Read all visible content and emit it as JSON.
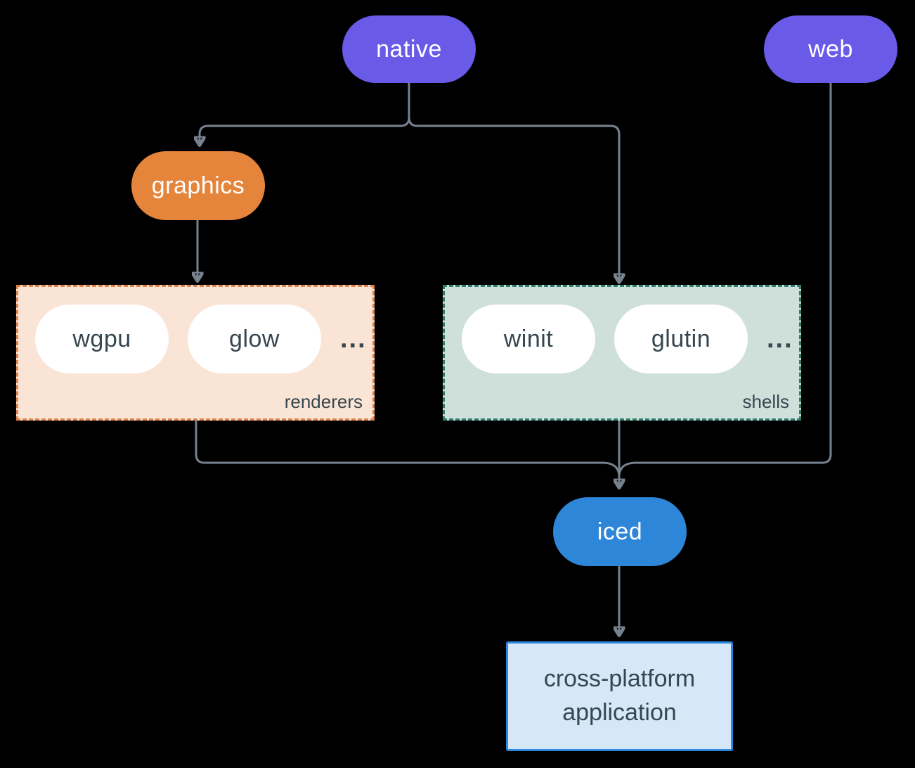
{
  "diagram": {
    "nodes": {
      "native": {
        "label": "native",
        "color": "#6A5AE8"
      },
      "web": {
        "label": "web",
        "color": "#6A5AE8"
      },
      "graphics": {
        "label": "graphics",
        "color": "#E5853C"
      },
      "iced": {
        "label": "iced",
        "color": "#2E86D8"
      },
      "application": {
        "label": "cross-platform application",
        "fill": "#D6E7F8",
        "border": "#2E86DE"
      }
    },
    "groups": {
      "renderers": {
        "label": "renderers",
        "items": [
          "wgpu",
          "glow"
        ],
        "ellipsis": "...",
        "fill": "#FAE4D6",
        "border": "#DF8149"
      },
      "shells": {
        "label": "shells",
        "items": [
          "winit",
          "glutin"
        ],
        "ellipsis": "...",
        "fill": "#CFE0DA",
        "border": "#2F7D6D"
      }
    },
    "colors": {
      "connector": "#76828E",
      "dark_text": "#37474F",
      "background": "#000000",
      "inner_pill": "#FFFFFF"
    }
  }
}
